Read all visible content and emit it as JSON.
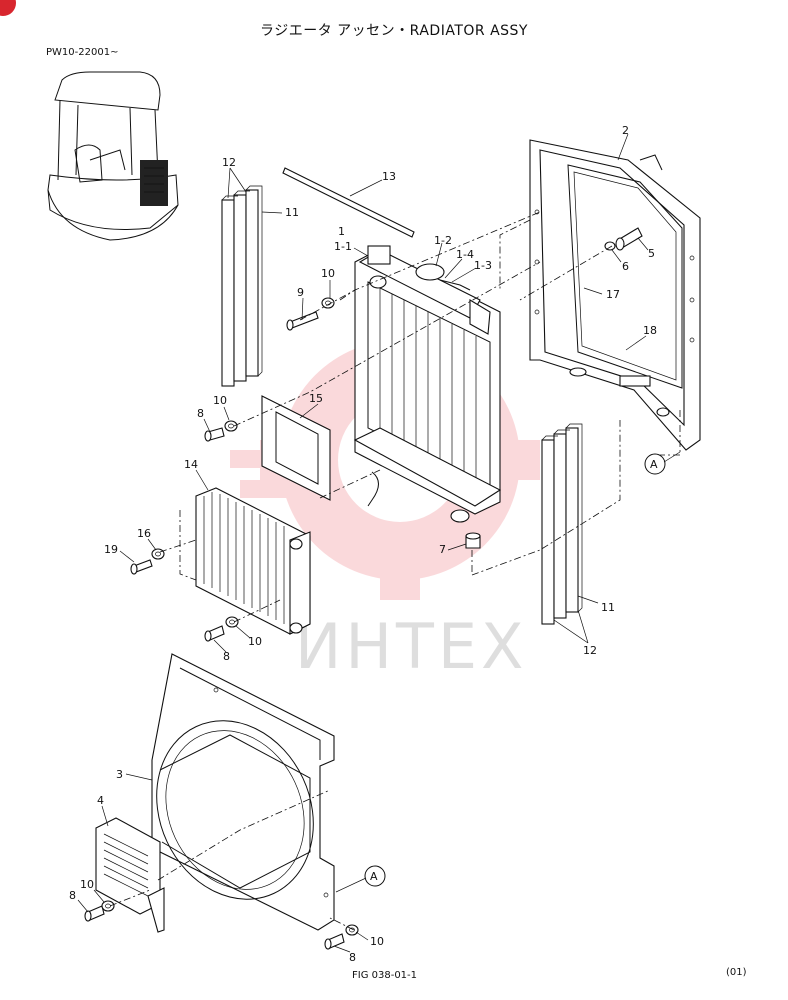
{
  "header": {
    "title": "ラジエータ アッセン・RADIATOR ASSY",
    "serial_range": "PW10-22001~"
  },
  "footer": {
    "figure_ref": "FIG  038-01-1",
    "page_code": "(01)"
  },
  "watermark": {
    "text": "ИНТЕХ",
    "color": "#e8323c"
  },
  "callouts": {
    "c1": "1",
    "c1_1": "1-1",
    "c1_2": "1-2",
    "c1_3": "1-3",
    "c1_4": "1-4",
    "c2": "2",
    "c3": "3",
    "c4": "4",
    "c5": "5",
    "c6": "6",
    "c7": "7",
    "c8a": "8",
    "c8b": "8",
    "c8c": "8",
    "c8d": "8",
    "c9": "9",
    "c10a": "10",
    "c10b": "10",
    "c10c": "10",
    "c10d": "10",
    "c10e": "10",
    "c11a": "11",
    "c11b": "11",
    "c12a": "12",
    "c12b": "12",
    "c13": "13",
    "c14": "14",
    "c15": "15",
    "c16": "16",
    "c17": "17",
    "c18": "18",
    "c19": "19",
    "refA1": "A",
    "refA2": "A"
  }
}
